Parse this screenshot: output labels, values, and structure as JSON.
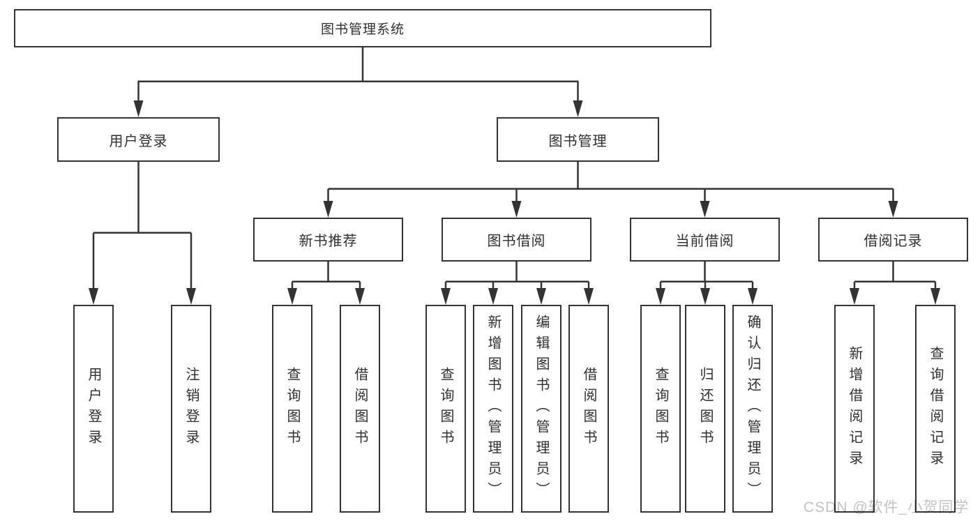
{
  "diagram": {
    "type": "hierarchy-tree",
    "root": {
      "label": "图书管理系统"
    },
    "branches": [
      {
        "label": "用户登录",
        "leaves": [
          {
            "label": "用户登录"
          },
          {
            "label": "注销登录"
          }
        ]
      },
      {
        "label": "图书管理",
        "sections": [
          {
            "label": "新书推荐",
            "leaves": [
              {
                "label": "查询图书"
              },
              {
                "label": "借阅图书"
              }
            ]
          },
          {
            "label": "图书借阅",
            "leaves": [
              {
                "label": "查询图书"
              },
              {
                "label": "新增图书（管理员）"
              },
              {
                "label": "编辑图书（管理员）"
              },
              {
                "label": "借阅图书"
              }
            ]
          },
          {
            "label": "当前借阅",
            "leaves": [
              {
                "label": "查询图书"
              },
              {
                "label": "归还图书"
              },
              {
                "label": "确认归还（管理员）"
              }
            ]
          },
          {
            "label": "借阅记录",
            "leaves": [
              {
                "label": "新增借阅记录"
              },
              {
                "label": "查询借阅记录"
              }
            ]
          }
        ]
      }
    ],
    "watermark": "CSDN @软件_小贺同学",
    "colors": {
      "line": "#333333",
      "box_border": "#333333",
      "text": "#2f2f2f",
      "background": "#ffffff",
      "watermark": "#c3c3c3"
    }
  }
}
